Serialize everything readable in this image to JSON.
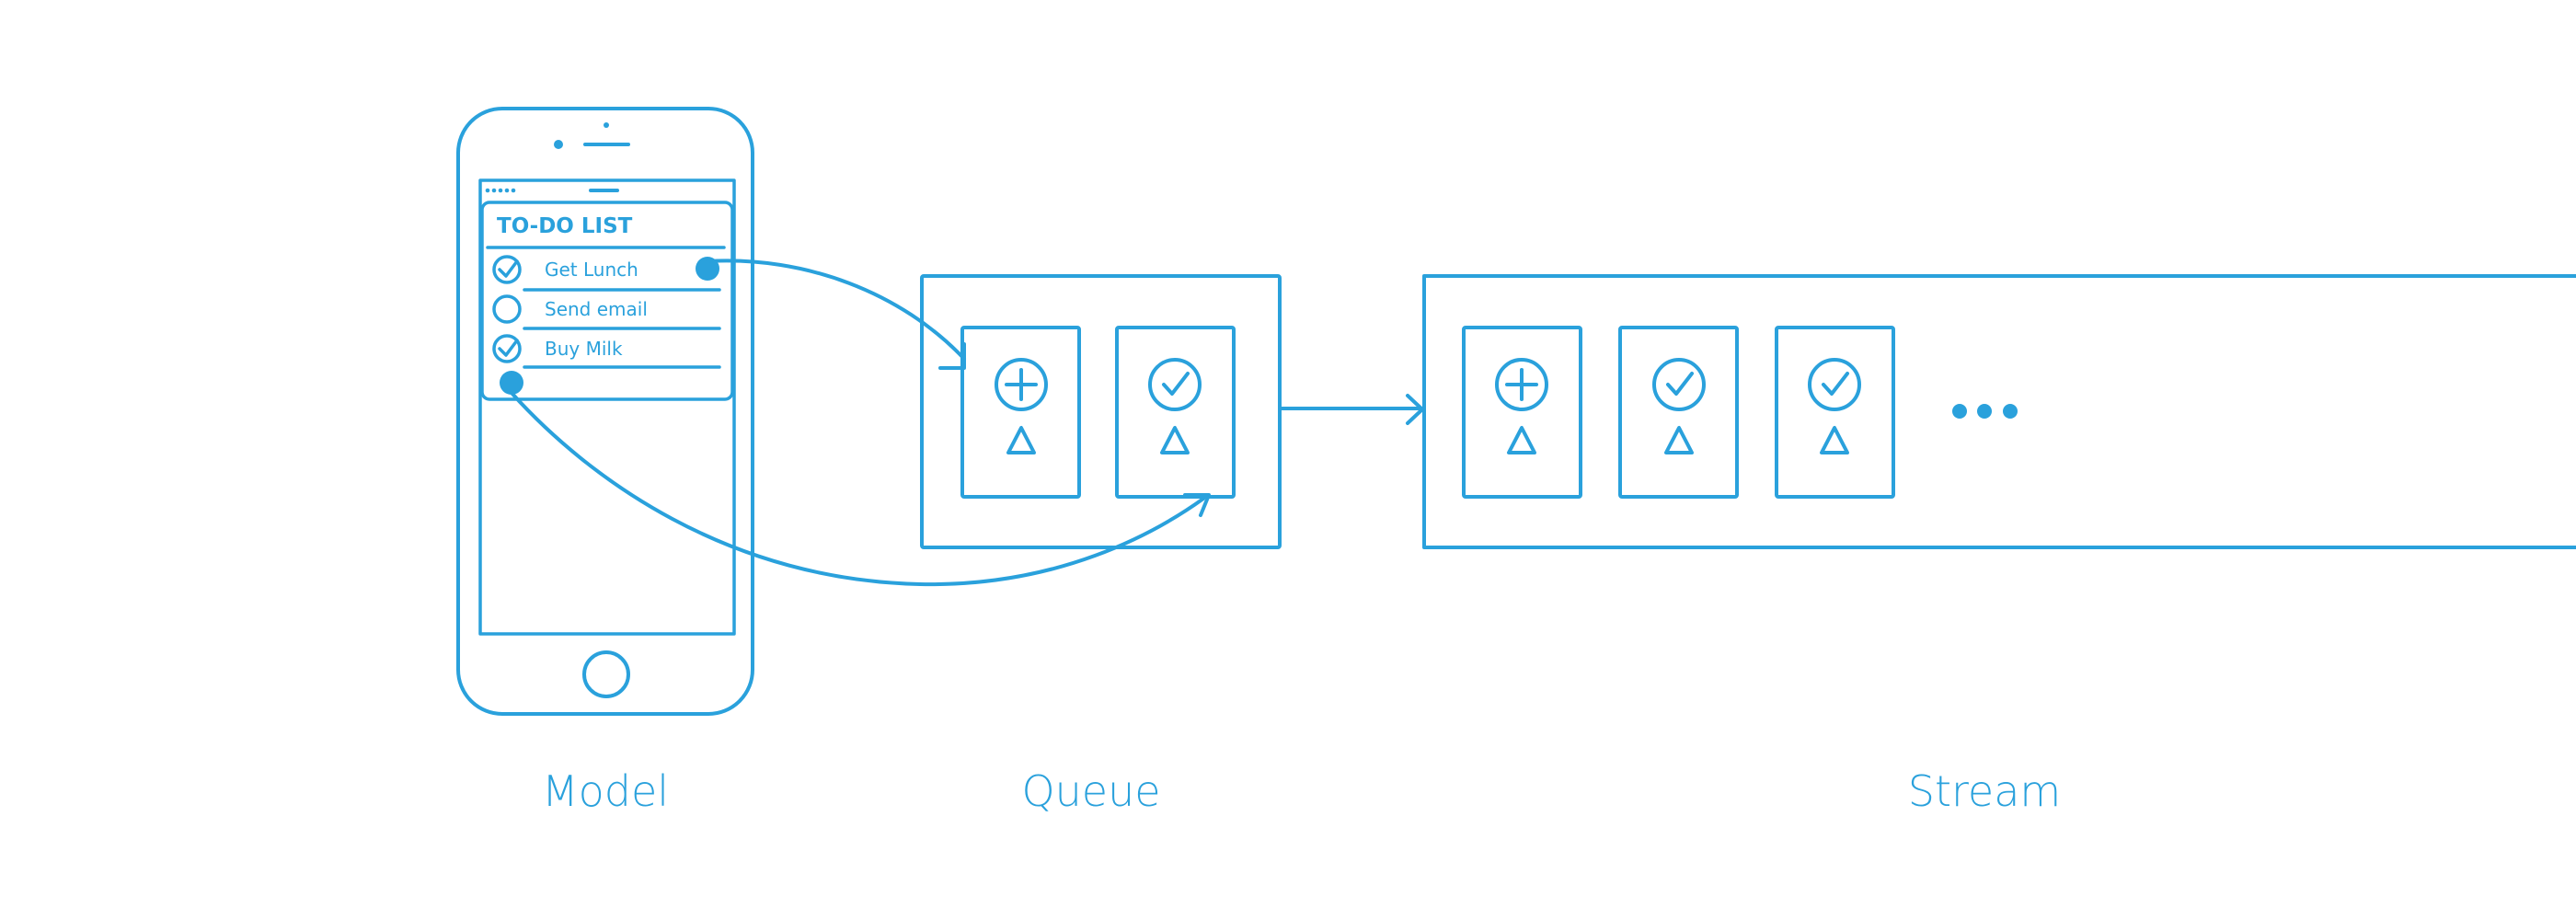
{
  "colors": {
    "accent": "#2aa1dc",
    "background": "#ffffff"
  },
  "todo": {
    "title": "TO-DO LIST",
    "items": [
      {
        "label": "Get Lunch",
        "checked": true
      },
      {
        "label": "Send email",
        "checked": false
      },
      {
        "label": "Buy Milk",
        "checked": true
      }
    ]
  },
  "queue": {
    "cards": [
      {
        "icon": "plus-circle-icon"
      },
      {
        "icon": "check-circle-icon"
      }
    ]
  },
  "stream": {
    "cards": [
      {
        "icon": "plus-circle-icon"
      },
      {
        "icon": "check-circle-icon"
      },
      {
        "icon": "check-circle-icon"
      }
    ],
    "continues": true
  },
  "captions": {
    "model": "Model",
    "queue": "Queue",
    "stream": "Stream"
  }
}
